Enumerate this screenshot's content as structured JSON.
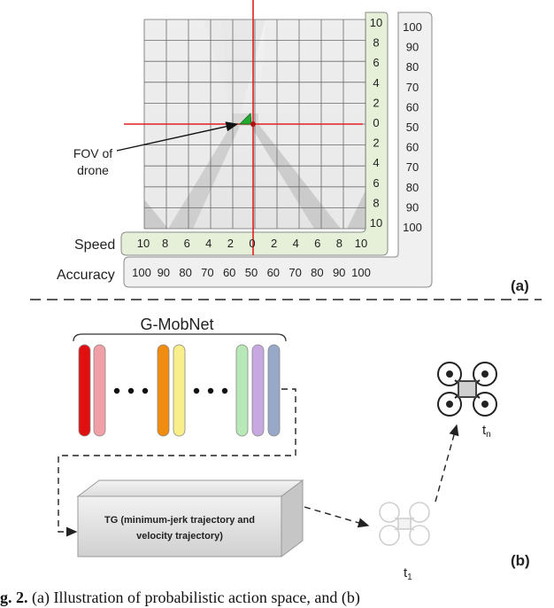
{
  "panel_a": {
    "label": "(a)",
    "fov_label_line1": "FOV of",
    "fov_label_line2": "drone",
    "speed_label": "Speed",
    "accuracy_label": "Accuracy",
    "speed_x_ticks": [
      "10",
      "8",
      "6",
      "4",
      "2",
      "0",
      "2",
      "4",
      "6",
      "8",
      "10"
    ],
    "speed_y_ticks": [
      "10",
      "8",
      "6",
      "4",
      "2",
      "0",
      "2",
      "4",
      "6",
      "8",
      "10"
    ],
    "accuracy_x_ticks": [
      "100",
      "90",
      "80",
      "70",
      "60",
      "50",
      "60",
      "70",
      "80",
      "90",
      "100"
    ],
    "accuracy_y_ticks": [
      "100",
      "90",
      "80",
      "70",
      "60",
      "50",
      "60",
      "70",
      "80",
      "90",
      "100"
    ]
  },
  "panel_b": {
    "label": "(b)",
    "network_title": "G-MobNet",
    "tg_line1": "TG (minimum-jerk trajectory and",
    "tg_line2": "velocity trajectory)",
    "t1_label": "t",
    "t1_sub": "1",
    "tn_label": "t",
    "tn_sub": "n"
  },
  "caption": {
    "prefix": "g. 2.",
    "text": " (a) Illustration of probabilistic action space, and (b)"
  },
  "colors": {
    "axis_red": "#e02020",
    "speed_panel_fill": "#e6f0d8",
    "accuracy_panel_fill": "#f0f0f0",
    "fov_green": "#22aa33",
    "network_bars": [
      "#e01010",
      "#f2a0a8",
      "#f08c10",
      "#f8ef8a",
      "#b8e8b8",
      "#c8a8e0",
      "#98a8c8"
    ]
  }
}
